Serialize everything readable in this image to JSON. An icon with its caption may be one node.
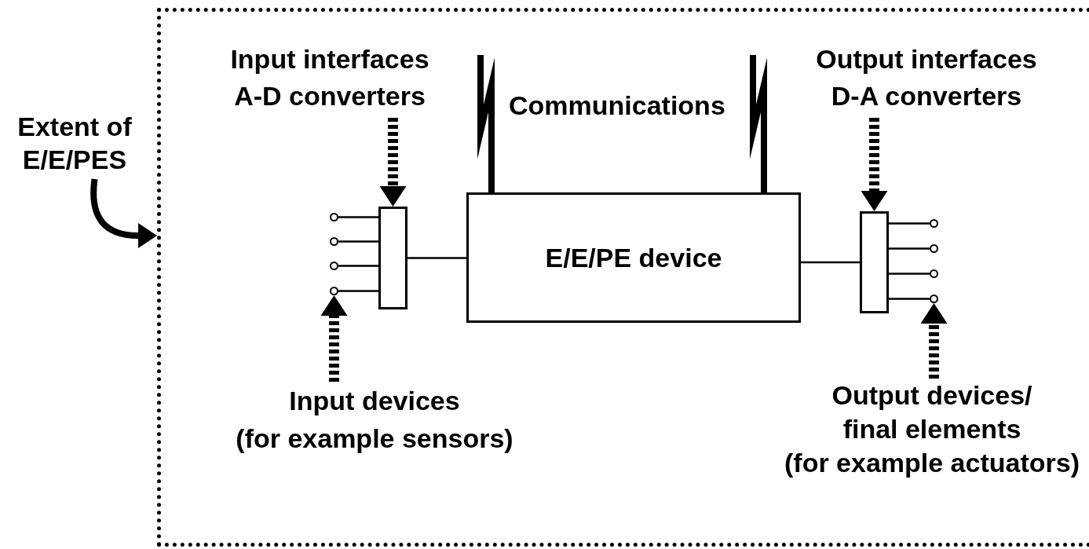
{
  "diagram": {
    "nodes": [
      {
        "text": [
          "Extent of E/E/PES"
        ]
      },
      {
        "text": [],
        "shape": "box"
      },
      {
        "text": [
          "Input interfaces A-D converters"
        ],
        "in": 1
      },
      {
        "text": [
          "Output interfaces D-A converters"
        ],
        "in": 1
      },
      {
        "text": [],
        "shape": "box",
        "in": 1
      },
      {
        "text": [
          "E/E/PE device"
        ],
        "in": 1
      },
      {
        "text": [],
        "shape": "box",
        "in": 1
      },
      {
        "text": [],
        "shape": "circle",
        "in": 1
      },
      {
        "text": [],
        "shape": "circle",
        "in": 1
      },
      {
        "text": [],
        "shape": "circle",
        "in": 1
      },
      {
        "text": [],
        "shape": "circle",
        "in": 1
      },
      {
        "text": [],
        "shape": "circle",
        "in": 1
      },
      {
        "text": [],
        "shape": "circle",
        "in": 1
      },
      {
        "text": [],
        "shape": "circle",
        "in": 1
      },
      {
        "text": [],
        "shape": "circle",
        "in": 1
      },
      {
        "text": [
          "Input devices",
          "(for example sensors)"
        ],
        "in": 1
      },
      {
        "text": [
          "Output devices/ final elements",
          "(for example actuators)"
        ],
        "in": 1
      }
    ],
    "edges": [
      {
        "from": 0,
        "to": 1,
        "arrow": "to",
        "style": "thick"
      },
      {
        "from": 2,
        "to": 4,
        "arrow": "to",
        "style": "dashed"
      },
      {
        "from": 3,
        "to": 6,
        "arrow": "to",
        "style": "dashed"
      },
      {
        "from": 15,
        "to": 10,
        "arrow": "to",
        "style": "dashed"
      },
      {
        "from": 16,
        "to": 14,
        "arrow": "to",
        "style": "dashed"
      },
      {
        "from": 4,
        "to": 5,
        "arrow": "none"
      },
      {
        "from": 5,
        "to": 6,
        "arrow": "none"
      },
      {
        "from": 7,
        "to": 4,
        "arrow": "none"
      },
      {
        "from": 8,
        "to": 4,
        "arrow": "none"
      },
      {
        "from": 9,
        "to": 4,
        "arrow": "none"
      },
      {
        "from": 10,
        "to": 4,
        "arrow": "none"
      },
      {
        "from": 6,
        "to": 11,
        "arrow": "none"
      },
      {
        "from": 6,
        "to": 12,
        "arrow": "none"
      },
      {
        "from": 6,
        "to": 13,
        "arrow": "none"
      },
      {
        "from": 6,
        "to": 14,
        "arrow": "none"
      },
      {
        "from": null,
        "to": 5,
        "arrow": "none",
        "style": "thick"
      },
      {
        "from": null,
        "to": 5,
        "arrow": "none",
        "style": "thick"
      }
    ],
    "labels": [
      "Communications"
    ]
  }
}
